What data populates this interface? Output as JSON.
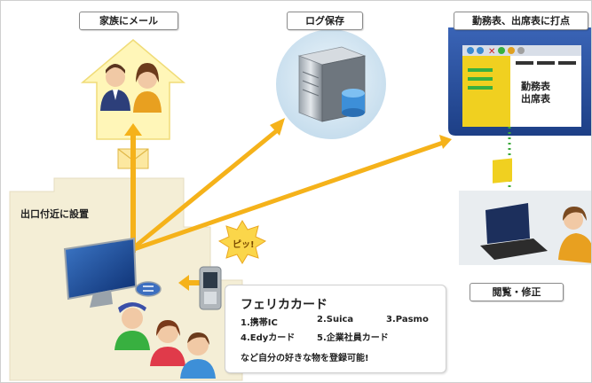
{
  "labels": {
    "family_mail": "家族にメール",
    "log_save": "ログ保存",
    "attendance_stamp": "勤務表、出席表に打点",
    "near_exit": "出口付近に設置",
    "view_edit": "閲覧・修正",
    "beep": "ピッ!"
  },
  "attendance_doc": {
    "line1": "勤務表",
    "line2": "出席表"
  },
  "felica": {
    "title": "フェリカカード",
    "items": [
      "1.携帯IC",
      "2.Suica",
      "3.Pasmo",
      "4.Edyカード",
      "5.企業社員カード"
    ],
    "note": "など自分の好きな物を登録可能!"
  },
  "colors": {
    "arrow": "#f5b21a",
    "house": "#fff6b8",
    "device_area": "#f4eed6",
    "server_circle": "#d5e8f4",
    "doc_panel": "#2b4f9c",
    "dotted_link": "#3aa83a"
  },
  "icons": [
    "house-icon",
    "mail-envelope-icon",
    "server-icon",
    "database-icon",
    "reader-terminal-icon",
    "phone-icon",
    "laptop-icon",
    "person-icon"
  ]
}
